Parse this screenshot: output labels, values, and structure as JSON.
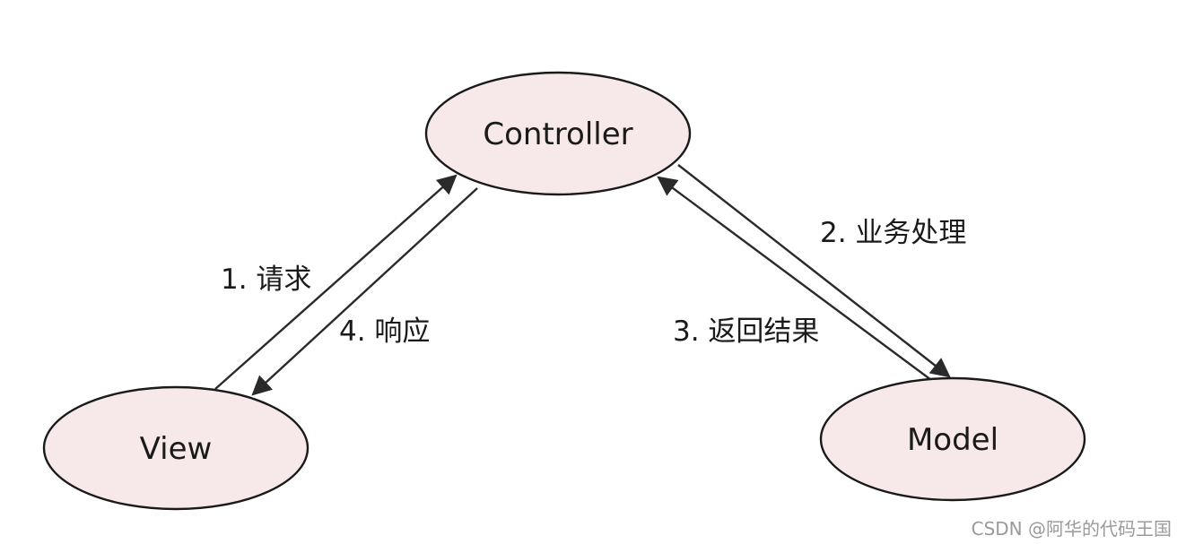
{
  "diagram": {
    "nodes": {
      "controller": "Controller",
      "view": "View",
      "model": "Model"
    },
    "edges": {
      "request": "1. 请求",
      "process": "2. 业务处理",
      "result": "3. 返回结果",
      "response": "4. 响应"
    },
    "colors": {
      "node_fill": "#f7e9e9",
      "stroke": "#1a1a1a"
    }
  },
  "watermark": "CSDN @阿华的代码王国"
}
